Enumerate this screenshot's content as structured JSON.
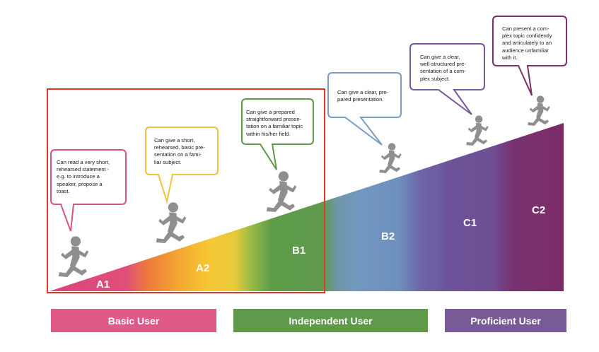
{
  "levels": [
    {
      "id": "A1",
      "label": "A1",
      "description": "Can read a very short, rehearsed statement - e.g. to introduce a speaker, propose a toast.",
      "color": "#cf4a82"
    },
    {
      "id": "A2",
      "label": "A2",
      "description": "Can give a short, rehearsed, basic presentation on a familiar subject.",
      "color": "#f2c232"
    },
    {
      "id": "B1",
      "label": "B1",
      "description": "Can give a prepared straightforward presentation on a familiar topic within his/her field.",
      "color": "#5b9b4a"
    },
    {
      "id": "B2",
      "label": "B2",
      "description": "Can give a clear, prepared presentation.",
      "color": "#6f94be"
    },
    {
      "id": "C1",
      "label": "C1",
      "description": "Can give a clear, well-structured presentation of a complex subject.",
      "color": "#6d5397"
    },
    {
      "id": "C2",
      "label": "C2",
      "description": "Can present a complex topic confidently and articulately to an audience unfamiliar with it.",
      "color": "#7d2c65"
    }
  ],
  "bubble_lines": {
    "A1": [
      "Can read a very short,",
      "rehearsed statement -",
      "e.g. to introduce a",
      "speaker, propose a",
      "toast."
    ],
    "A2": [
      "Can give a short,",
      "rehearsed, basic pre-",
      "sentation on a fami-",
      "liar subject."
    ],
    "B1": [
      "Can give a prepared",
      "straightforward presen-",
      "tation on a familiar topic",
      "within his/her field."
    ],
    "B2": [
      "Can give a clear, pre-",
      "pared presentation."
    ],
    "C1": [
      "Can give a clear,",
      "well-structured pre-",
      "sentation of a com-",
      "plex subject."
    ],
    "C2": [
      "Can present a com-",
      "plex topic confidently",
      "and articulately to an",
      "audience unfamiliar",
      "with it."
    ]
  },
  "user_groups": [
    {
      "label": "Basic User",
      "color": "#df5a89"
    },
    {
      "label": "Independent User",
      "color": "#5e9a4a"
    },
    {
      "label": "Proficient User",
      "color": "#785b96"
    }
  ],
  "colors": {
    "highlight_frame": "#e0372b",
    "runner": "#8f8f8f"
  }
}
